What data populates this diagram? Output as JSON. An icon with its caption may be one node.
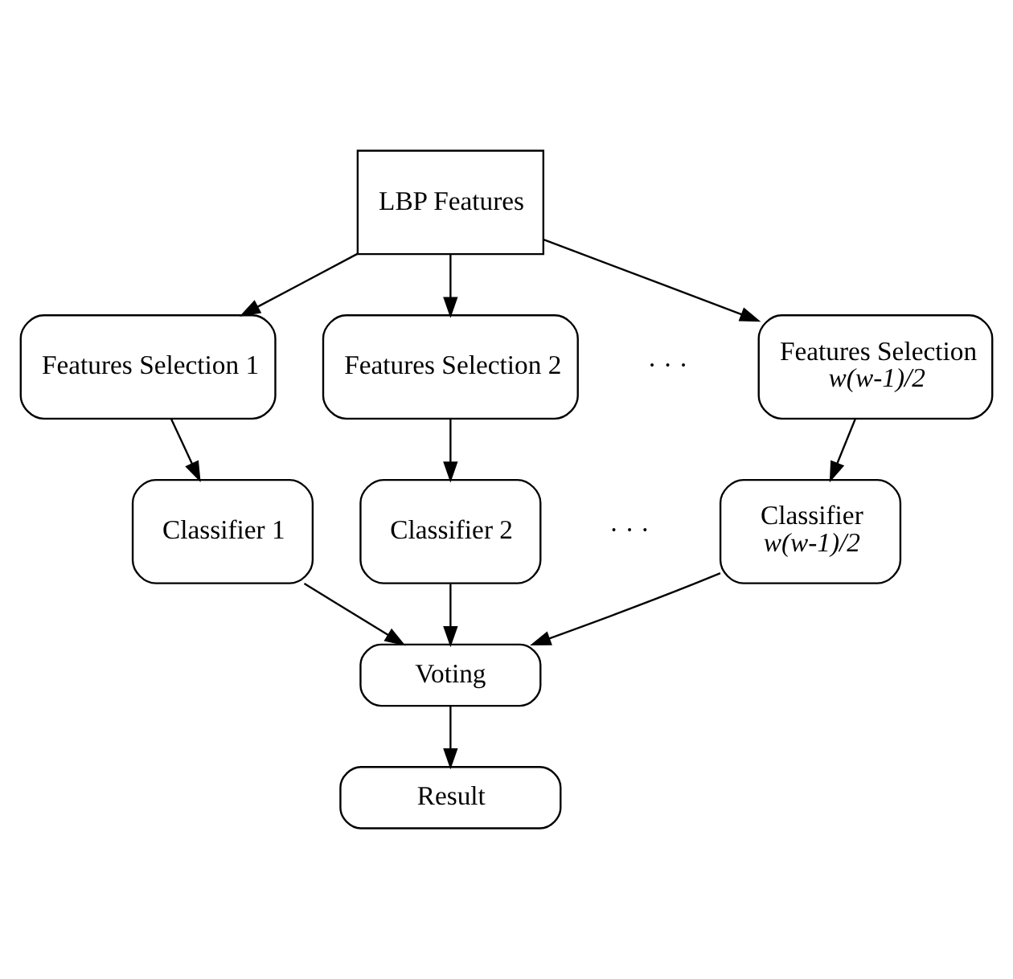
{
  "diagram": {
    "nodes": [
      {
        "text": [
          "LBP Features"
        ]
      },
      {
        "text": [
          "Features Selection 1"
        ]
      },
      {
        "text": [
          "Features Selection 2"
        ]
      },
      {
        "text": [
          "Features Selection",
          "w(w-1)/2"
        ]
      },
      {
        "text": [
          "Classifier 1"
        ]
      },
      {
        "text": [
          "Classifier 2"
        ]
      },
      {
        "text": [
          "Classifier",
          "w(w-1)/2"
        ]
      },
      {
        "text": [
          "Voting"
        ]
      },
      {
        "text": [
          "Result"
        ]
      }
    ],
    "edges": [
      {
        "from": 0,
        "to": 1,
        "arrow": "to"
      },
      {
        "from": 0,
        "to": 2,
        "arrow": "to"
      },
      {
        "from": 0,
        "to": 3,
        "arrow": "to"
      },
      {
        "from": 1,
        "to": 4,
        "arrow": "to"
      },
      {
        "from": 2,
        "to": 5,
        "arrow": "to"
      },
      {
        "from": 3,
        "to": 6,
        "arrow": "to"
      },
      {
        "from": 4,
        "to": 7,
        "arrow": "to"
      },
      {
        "from": 5,
        "to": 7,
        "arrow": "to"
      },
      {
        "from": 6,
        "to": 7,
        "arrow": "to"
      },
      {
        "from": 7,
        "to": 8,
        "arrow": "to"
      }
    ],
    "labels": [
      "· · ·",
      "· · ·"
    ]
  }
}
